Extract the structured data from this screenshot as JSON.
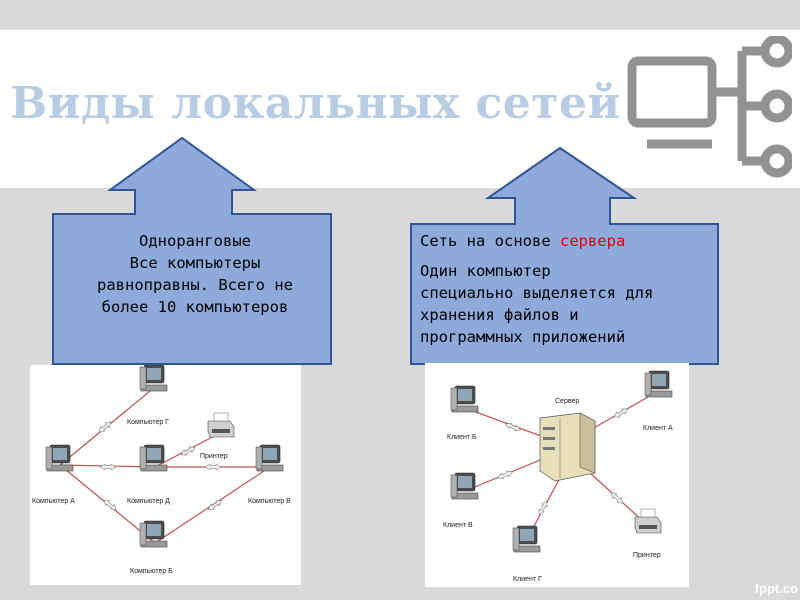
{
  "slide": {
    "title": "Виды локальных сетей",
    "watermark": "fppt.co"
  },
  "left_box": {
    "line1": "Одноранговые",
    "line2": "Все компьютеры",
    "line3": "равноправны. Всего не",
    "line4": "более 10 компьютеров"
  },
  "right_box": {
    "heading_prefix": "Сеть на основе ",
    "heading_highlight": "сервера",
    "line1": "Один компьютер",
    "line2": "специально выделяется для",
    "line3": "хранения файлов и",
    "line4": "программных приложений"
  },
  "peer_diagram": {
    "computer_a": "Компьютер А",
    "computer_b": "Компьютер Б",
    "computer_v": "Компьютер В",
    "computer_g": "Компьютер Г",
    "computer_d": "Компьютер Д",
    "printer": "Принтер"
  },
  "server_diagram": {
    "server": "Сервер",
    "client_a": "Клиент А",
    "client_b": "Клиент Б",
    "client_v": "Клиент В",
    "client_g": "Клиент Г",
    "printer": "Принтер"
  },
  "colors": {
    "callout_fill": "#8eaadb",
    "callout_border": "#2f5597",
    "title_text": "#b8cce4",
    "highlight": "#e00000",
    "link_line": "#c0504d"
  }
}
